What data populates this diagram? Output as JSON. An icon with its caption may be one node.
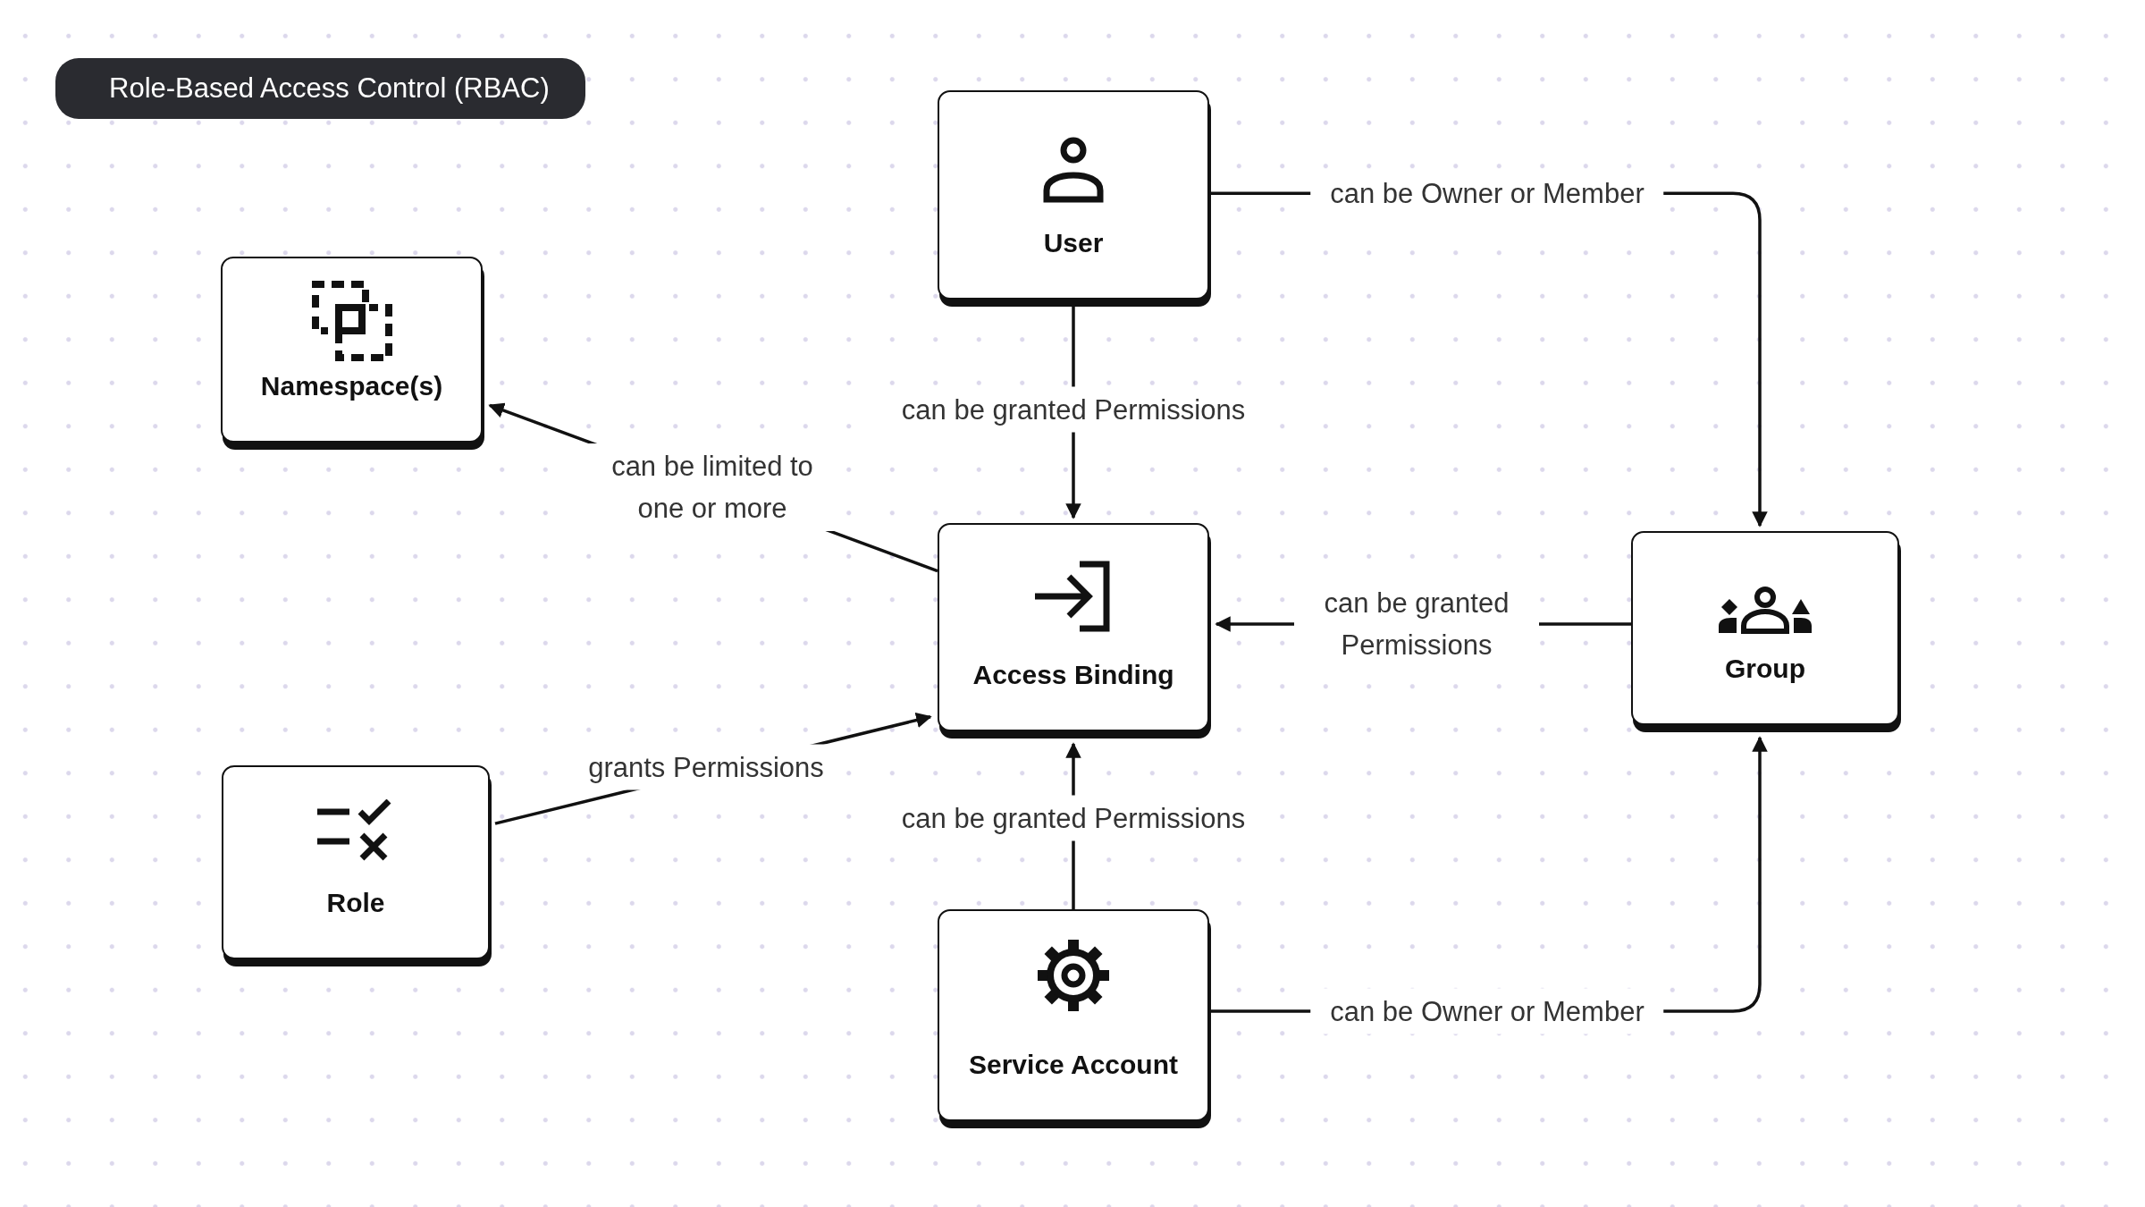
{
  "diagram": {
    "title": "Role-Based Access Control (RBAC)",
    "nodes": [
      {
        "text": [
          "User"
        ]
      },
      {
        "text": [
          "Namespace(s)"
        ]
      },
      {
        "text": [
          "Access Binding"
        ]
      },
      {
        "text": [
          "Group"
        ]
      },
      {
        "text": [
          "Role"
        ]
      },
      {
        "text": [
          "Service Account"
        ]
      }
    ],
    "edges": [
      {
        "from": 0,
        "to": 3,
        "arrow": "to",
        "label": "can be Owner or Member"
      },
      {
        "from": 0,
        "to": 2,
        "arrow": "to",
        "label": "can be granted Permissions"
      },
      {
        "from": 2,
        "to": 1,
        "arrow": "to",
        "label": "can be limited to one or more"
      },
      {
        "from": 4,
        "to": 2,
        "arrow": "to",
        "label": "grants Permissions"
      },
      {
        "from": 3,
        "to": 2,
        "arrow": "to",
        "label": "can be granted Permissions"
      },
      {
        "from": 5,
        "to": 2,
        "arrow": "to",
        "label": "can be granted Permissions"
      },
      {
        "from": 5,
        "to": 3,
        "arrow": "to",
        "label": "can be Owner or Member"
      }
    ]
  }
}
